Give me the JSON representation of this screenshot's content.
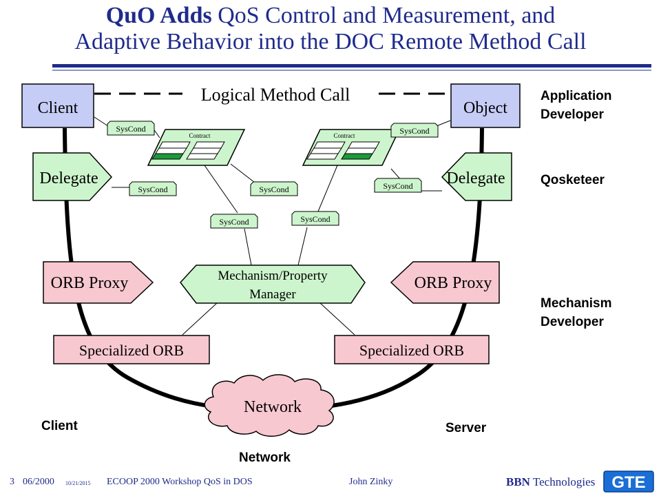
{
  "title": {
    "bold": "QuO Adds",
    "line1_rest": " QoS Control and Measurement, and",
    "line2": "Adaptive Behavior into the DOC Remote Method Call"
  },
  "diagram": {
    "logical_call": "Logical Method Call",
    "client": "Client",
    "object": "Object",
    "delegate_left": "Delegate",
    "delegate_right": "Delegate",
    "orb_proxy_left": "ORB Proxy",
    "orb_proxy_right": "ORB Proxy",
    "specialized_orb_left": "Specialized ORB",
    "specialized_orb_right": "Specialized ORB",
    "mechanism_manager_line1": "Mechanism/Property",
    "mechanism_manager_line2": "Manager",
    "network": "Network",
    "contract_left": "Contract",
    "contract_right": "Contract",
    "syscond": "SysCond"
  },
  "roles": {
    "application_developer_line1": "Application",
    "application_developer_line2": "Developer",
    "qosketeer": "Qosketeer",
    "mechanism_developer_line1": "Mechanism",
    "mechanism_developer_line2": "Developer"
  },
  "sides": {
    "client": "Client",
    "server": "Server",
    "network": "Network"
  },
  "footer": {
    "page": "3",
    "date": "06/2000",
    "small_date": "10/21/2015",
    "event": "ECOOP 2000 Workshop QoS in DOS",
    "author": "John Zinky",
    "company_bold": "BBN",
    "company_rest": " Technologies",
    "logo": "GTE"
  },
  "colors": {
    "title": "#1f2b8c",
    "client_box": "#c5ccf5",
    "green": "#cdf5cd",
    "pink": "#f8c8d0",
    "contract_cell": "#1b9a3a",
    "rule_dark": "#1f2b8c",
    "rule_light": "#8c94c8",
    "logo_bg": "#1a6fd6"
  }
}
